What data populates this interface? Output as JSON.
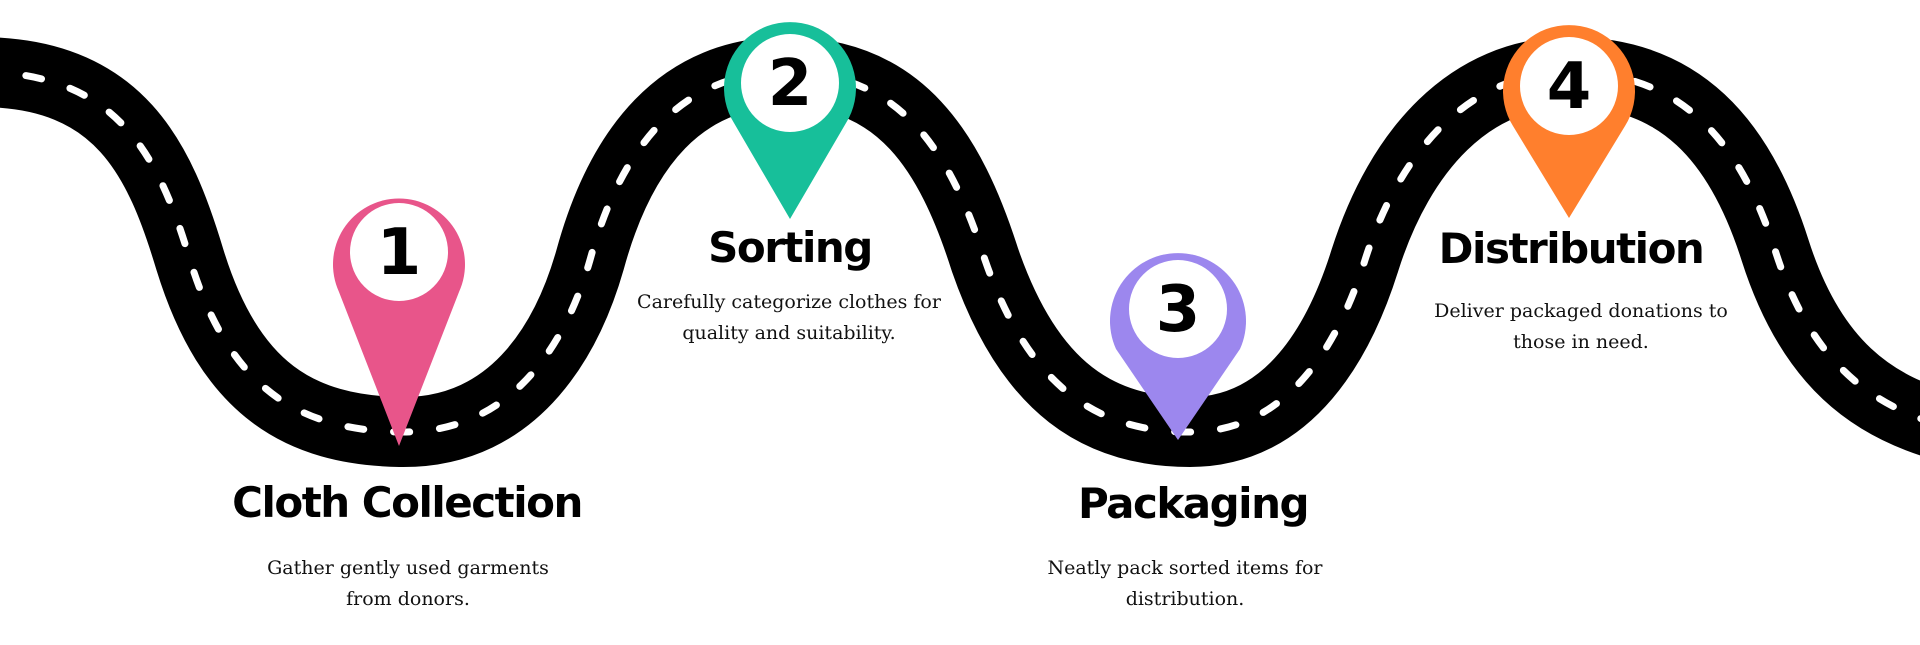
{
  "road": {
    "color": "#000000",
    "dash_color": "#ffffff"
  },
  "steps": [
    {
      "number": "1",
      "title": "Cloth Collection",
      "description_line1": "Gather gently used garments",
      "description_line2": "from donors.",
      "pin_color": "#E8558A"
    },
    {
      "number": "2",
      "title": "Sorting",
      "description_line1": "Carefully categorize clothes for",
      "description_line2": "quality and suitability.",
      "pin_color": "#17BF9A"
    },
    {
      "number": "3",
      "title": "Packaging",
      "description_line1": "Neatly pack sorted items for",
      "description_line2": "distribution.",
      "pin_color": "#9C87EE"
    },
    {
      "number": "4",
      "title": "Distribution",
      "description_line1": "Deliver packaged donations to",
      "description_line2": "those in need.",
      "pin_color": "#FF7F2D"
    }
  ]
}
